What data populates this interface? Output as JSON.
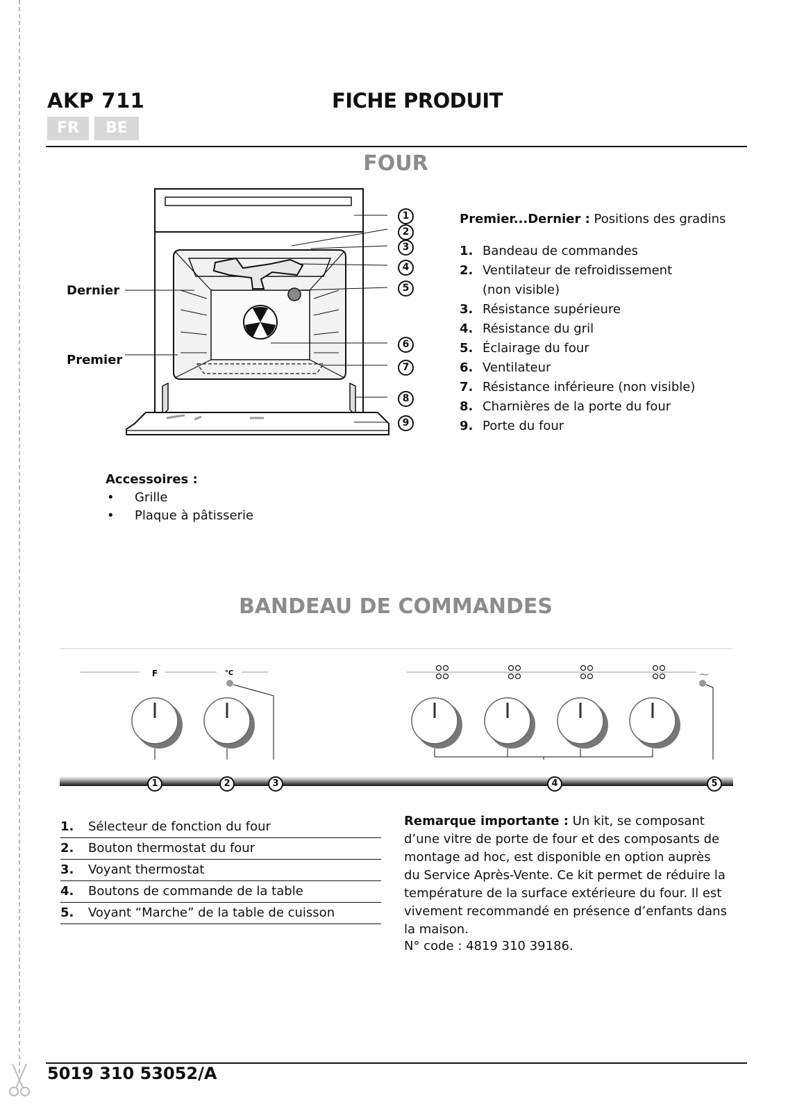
{
  "header": {
    "model": "AKP 711",
    "title": "FICHE PRODUIT",
    "lang_fr": "FR",
    "lang_be": "BE"
  },
  "oven_section": {
    "title": "FOUR",
    "label_dernier": "Dernier",
    "label_premier": "Premier",
    "legend_head_bold": "Premier...Dernier :",
    "legend_head_text": "Positions des gradins",
    "items": [
      {
        "num": "1.",
        "text": "Bandeau de commandes"
      },
      {
        "num": "2.",
        "text": "Ventilateur de refroidissement"
      },
      {
        "num": "",
        "text": "(non visible)"
      },
      {
        "num": "3.",
        "text": "Résistance supérieure"
      },
      {
        "num": "4.",
        "text": "Résistance du gril"
      },
      {
        "num": "5.",
        "text": "Éclairage du four"
      },
      {
        "num": "6.",
        "text": "Ventilateur"
      },
      {
        "num": "7.",
        "text": "Résistance inférieure (non visible)"
      },
      {
        "num": "8.",
        "text": "Charnières de la porte du four"
      },
      {
        "num": "9.",
        "text": "Porte du four"
      }
    ],
    "callouts": [
      "1",
      "2",
      "3",
      "4",
      "5",
      "6",
      "7",
      "8",
      "9"
    ]
  },
  "accessories": {
    "title": "Accessoires :",
    "bullet": "•",
    "items": [
      "Grille",
      "Plaque à pâtisserie"
    ]
  },
  "control_section": {
    "title": "BANDEAU DE COMMANDES",
    "panel_label_f": "F",
    "panel_label_c": "°C",
    "panel_label_wave": "~",
    "callouts": [
      "1",
      "2",
      "3",
      "4",
      "5"
    ],
    "items": [
      {
        "num": "1.",
        "text": "Sélecteur de fonction du four"
      },
      {
        "num": "2.",
        "text": "Bouton thermostat du four"
      },
      {
        "num": "3.",
        "text": "Voyant thermostat"
      },
      {
        "num": "4.",
        "text": "Boutons de commande de la table"
      },
      {
        "num": "5.",
        "text": "Voyant “Marche” de la table de cuisson"
      }
    ],
    "note_bold": "Remarque importante :",
    "note_text": "Un kit, se composant d’une vitre de porte de four et des composants de montage ad hoc, est disponible en option auprès du Service Après-Vente. Ce kit permet de réduire la température de la surface extérieure du four. Il est vivement recommandé en présence d’enfants dans la maison.",
    "code": "N° code : 4819 310 39186."
  },
  "footer": {
    "doc_number": "5019 310 53052/A"
  }
}
